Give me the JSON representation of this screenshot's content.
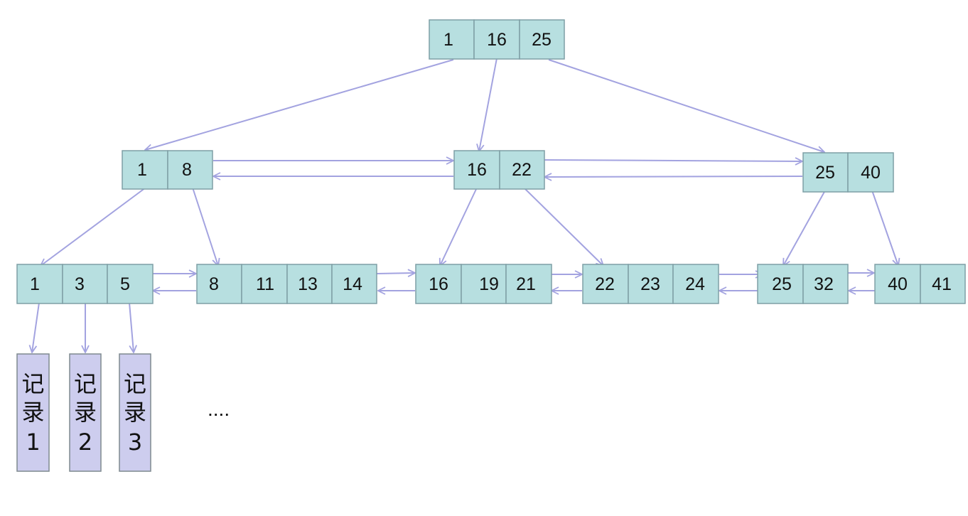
{
  "colors": {
    "node_fill": "#b7dfe0",
    "node_border": "#7f9fa5",
    "record_fill": "#cdcdee",
    "record_border": "#7f8a8f",
    "arrow": "#a3a3e0",
    "text": "#111111"
  },
  "tree": {
    "root": {
      "keys": [
        "1",
        "16",
        "25"
      ]
    },
    "internal": [
      {
        "keys": [
          "1",
          "8"
        ]
      },
      {
        "keys": [
          "16",
          "22"
        ]
      },
      {
        "keys": [
          "25",
          "40"
        ]
      }
    ],
    "leaves": [
      {
        "keys": [
          "1",
          "3",
          "5"
        ]
      },
      {
        "keys": [
          "8",
          "11",
          "13",
          "14"
        ]
      },
      {
        "keys": [
          "16",
          "19",
          "21"
        ]
      },
      {
        "keys": [
          "22",
          "23",
          "24"
        ]
      },
      {
        "keys": [
          "25",
          "32"
        ]
      },
      {
        "keys": [
          "40",
          "41"
        ]
      }
    ],
    "records": [
      {
        "lines": [
          "记",
          "录",
          "1"
        ]
      },
      {
        "lines": [
          "记",
          "录",
          "2"
        ]
      },
      {
        "lines": [
          "记",
          "录",
          "3"
        ]
      }
    ],
    "ellipsis": "...."
  }
}
